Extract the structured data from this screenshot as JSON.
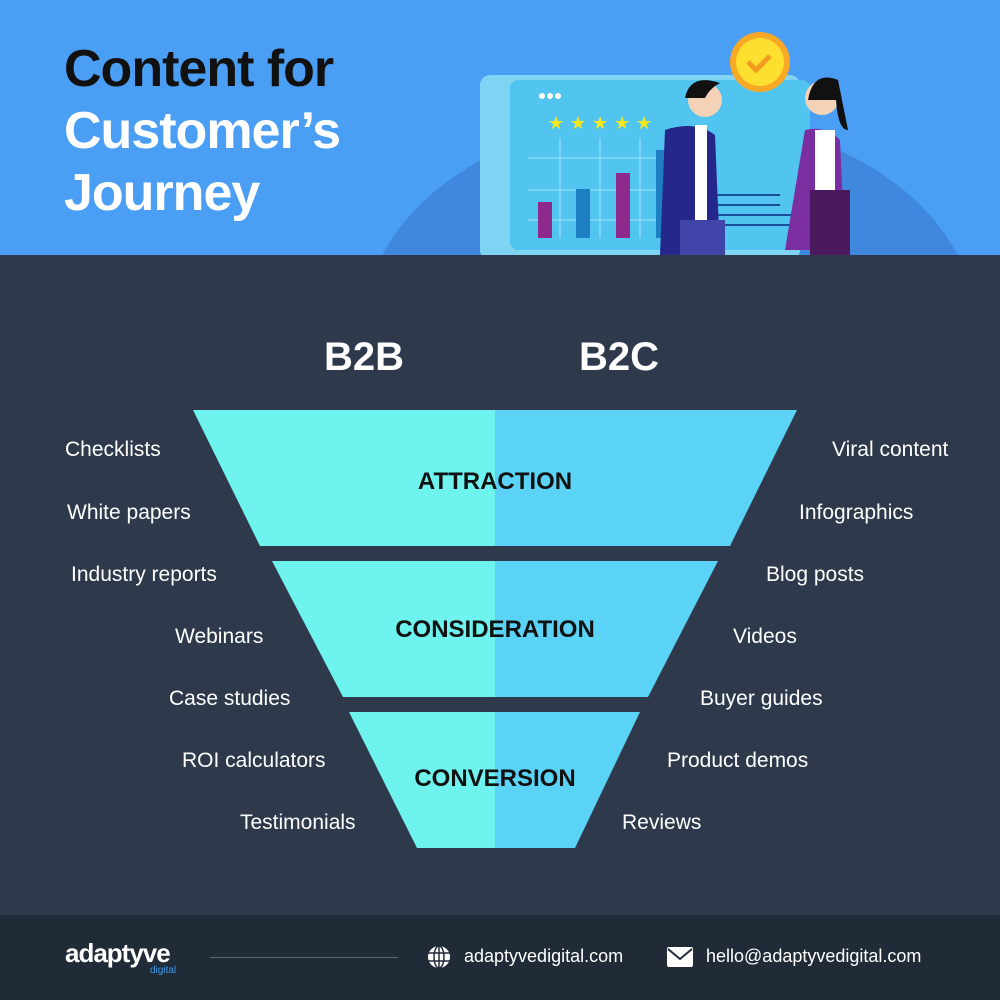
{
  "title": {
    "line1": "Content for",
    "line2": "Customer’s",
    "line3": "Journey"
  },
  "columns": {
    "left": "B2B",
    "right": "B2C"
  },
  "stages": [
    "ATTRACTION",
    "CONSIDERATION",
    "CONVERSION"
  ],
  "b2b_items": [
    "Checklists",
    "White papers",
    "Industry reports",
    "Webinars",
    "Case studies",
    "ROI calculators",
    "Testimonials"
  ],
  "b2c_items": [
    "Viral content",
    "Infographics",
    "Blog posts",
    "Videos",
    "Buyer guides",
    "Product demos",
    "Reviews"
  ],
  "footer": {
    "logo": "adaptyve",
    "logo_sub": "digital",
    "website": "adaptyvedigital.com",
    "email": "hello@adaptyvedigital.com"
  },
  "colors": {
    "header": "#4a9ff5",
    "body": "#2e3a4b",
    "footer": "#212a37",
    "funnel_left": "#6ef3ef",
    "funnel_right": "#5ad3f6"
  }
}
